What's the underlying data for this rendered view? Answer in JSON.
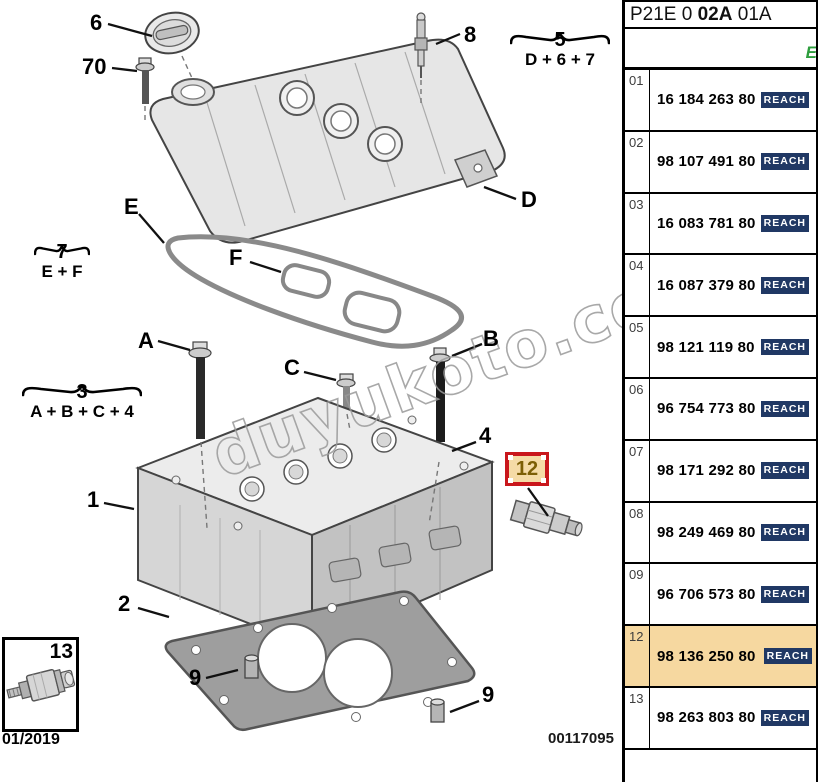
{
  "diagram": {
    "watermark": "duyukoto.com",
    "date_code": "01/2019",
    "drawing_number": "00117095",
    "callouts": {
      "item6": "6",
      "item70": "70",
      "item8": "8",
      "group5": {
        "number": "5",
        "formula": "D + 6 + 7"
      },
      "itemD": "D",
      "itemE": "E",
      "group7": {
        "number": "7",
        "formula": "E + F"
      },
      "itemF": "F",
      "itemA": "A",
      "itemB": "B",
      "itemC": "C",
      "group3": {
        "number": "3",
        "formula": "A + B + C + 4"
      },
      "item4": "4",
      "item12": "12",
      "item1": "1",
      "item2": "2",
      "item9a": "9",
      "item9b": "9",
      "item13": "13"
    }
  },
  "parts_panel": {
    "title": {
      "prefix": "P21E 0 ",
      "bold": "02A",
      "suffix": " 01A"
    },
    "subheader_right": "E",
    "reach_label": "REACH",
    "rows": [
      {
        "index": "01",
        "part_number": "16 184 263 80",
        "highlighted": false
      },
      {
        "index": "02",
        "part_number": "98 107 491 80",
        "highlighted": false
      },
      {
        "index": "03",
        "part_number": "16 083 781 80",
        "highlighted": false
      },
      {
        "index": "04",
        "part_number": "16 087 379 80",
        "highlighted": false
      },
      {
        "index": "05",
        "part_number": "98 121 119 80",
        "highlighted": false
      },
      {
        "index": "06",
        "part_number": "96 754 773 80",
        "highlighted": false
      },
      {
        "index": "07",
        "part_number": "98 171 292 80",
        "highlighted": false
      },
      {
        "index": "08",
        "part_number": "98 249 469 80",
        "highlighted": false
      },
      {
        "index": "09",
        "part_number": "96 706 573 80",
        "highlighted": false
      },
      {
        "index": "12",
        "part_number": "98 136 250 80",
        "highlighted": true
      },
      {
        "index": "13",
        "part_number": "98 263 803 80",
        "highlighted": false
      }
    ],
    "colors": {
      "highlight_row": "#f6d8a0",
      "reach_badge": "#203864",
      "red_box_border": "#c9171c",
      "red_box_bg": "#f5dba6",
      "green_label": "#2e9e3e"
    }
  }
}
